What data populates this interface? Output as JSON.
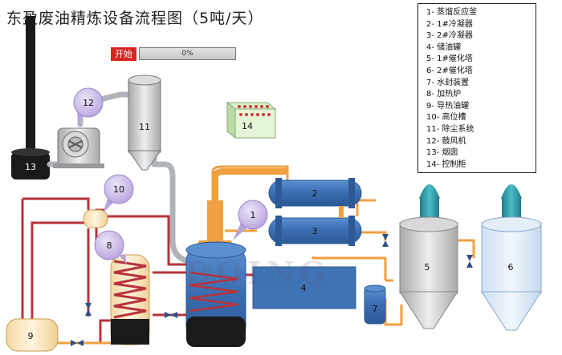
{
  "title": "东盈废油精炼设备流程图（5吨/天）",
  "start_label": "开始",
  "progress": {
    "value_percent": 0,
    "text": "0%"
  },
  "watermark": "DOING",
  "legend": [
    "1- 蒸馏反应釜",
    "2- 1#冷凝器",
    "3- 2#冷凝器",
    "4- 储油罐",
    "5- 1#催化塔",
    "6- 2#催化塔",
    "7- 水封装置",
    "8- 加热炉",
    "9- 导热油罐",
    "10- 高位槽",
    "11- 除尘系统",
    "12- 鼓风机",
    "13- 烟囱",
    "14- 控制柜"
  ],
  "labels": {
    "n1": "1",
    "n2": "2",
    "n3": "3",
    "n4": "4",
    "n5": "5",
    "n6": "6",
    "n7": "7",
    "n8": "8",
    "n9": "9",
    "n10": "10",
    "n11": "11",
    "n12": "12",
    "n13": "13",
    "n14": "14"
  },
  "colors": {
    "pipe_red": "#b8333a",
    "pipe_orange": "#f0a040",
    "pipe_gray": "#b0b4b8",
    "vessel_blue": "#3f73b4",
    "bubble_purple": "#c9b8e8",
    "dark": "#1a1a1a",
    "tank_gray": "#c8c8c8",
    "teal": "#2b9aa6"
  }
}
